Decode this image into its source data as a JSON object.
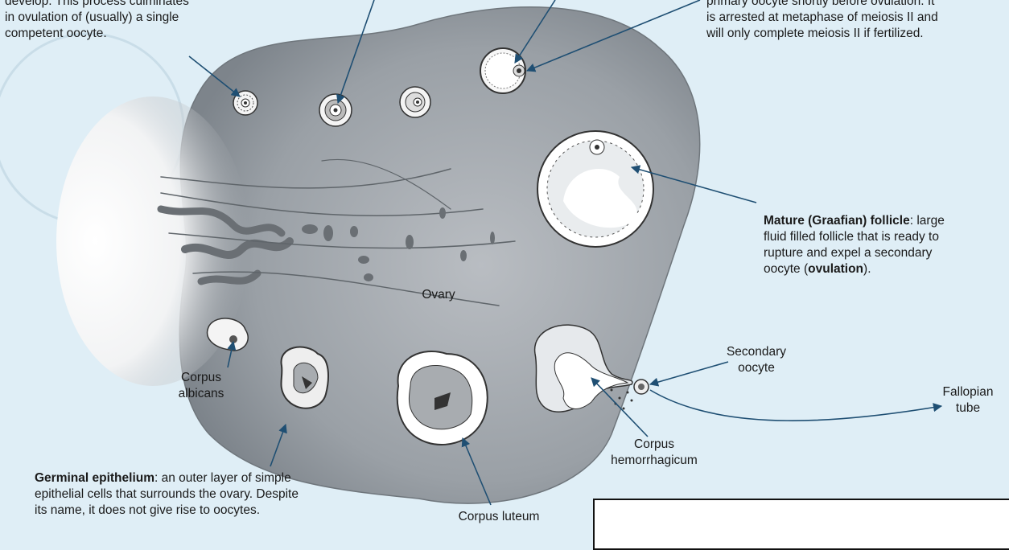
{
  "labels": {
    "intro_line1": "develop. This process culminates",
    "intro_line2": "in ovulation of (usually) a single",
    "intro_line3": "competent oocyte.",
    "secondary_line1": "primary oocyte shortly before ovulation. It",
    "secondary_line2": "is arrested at metaphase of meiosis II and",
    "secondary_line3": "will only complete meiosis II if fertilized.",
    "mature_term": "Mature (Graafian) follicle",
    "mature_rest1": ": large",
    "mature_line2": "fluid filled follicle that is ready to",
    "mature_line3": "rupture and expel a secondary",
    "mature_line4a": "oocyte (",
    "mature_line4_bold": "ovulation",
    "mature_line4b": ").",
    "ovary": "Ovary",
    "secondary_oocyte_1": "Secondary",
    "secondary_oocyte_2": "oocyte",
    "fallopian_1": "Fallopian",
    "fallopian_2": "tube",
    "corpus_hem_1": "Corpus",
    "corpus_hem_2": "hemorrhagicum",
    "corpus_alb_1": "Corpus",
    "corpus_alb_2": "albicans",
    "germinal_term": "Germinal epithelium",
    "germinal_rest1": ": an outer layer of simple",
    "germinal_line2": "epithelial cells that surrounds the ovary. Despite",
    "germinal_line3": "its name, it does not give rise to oocytes.",
    "corpus_luteum": "Corpus luteum"
  },
  "colors": {
    "background": "#dfeef6",
    "ovary_fill": "#9aa0a6",
    "ovary_light": "#cfd3d7",
    "arrow": "#1f4f73",
    "text": "#1a1a1a"
  }
}
